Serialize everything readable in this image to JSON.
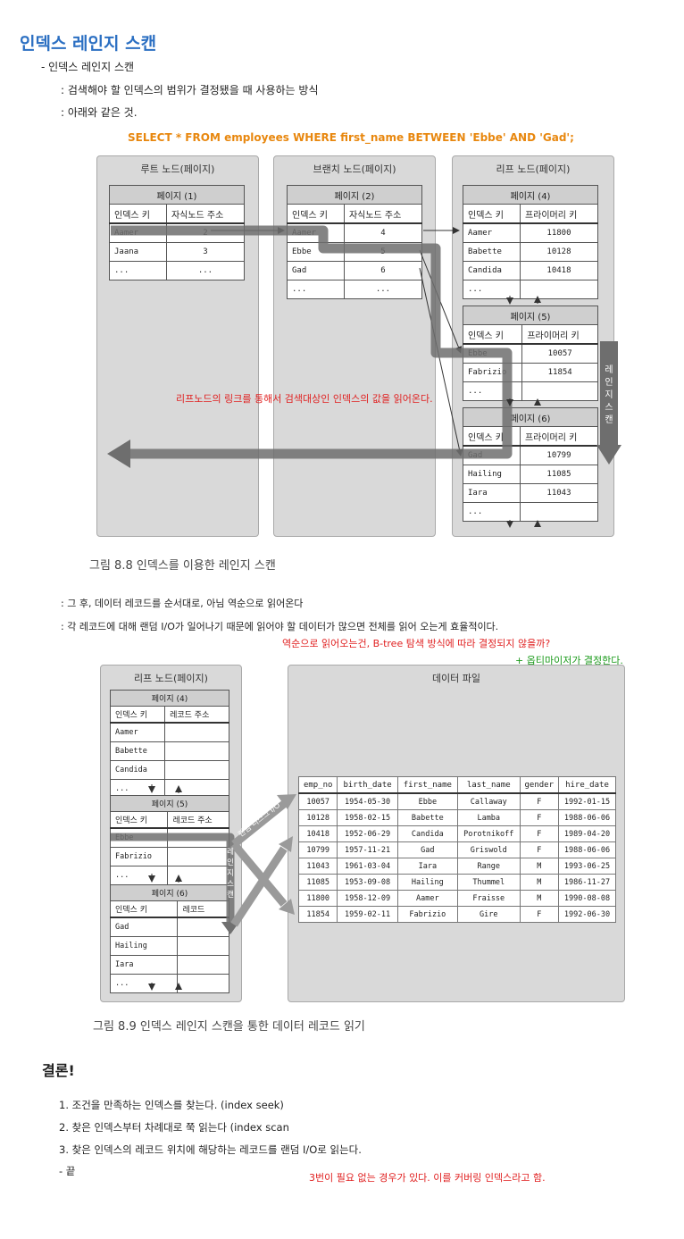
{
  "title": "인덱스 레인지 스캔",
  "sub": "-  인덱스 레인지 스캔",
  "s1": ": 검색해야 할 인덱스의 범위가 결정됐을 때 사용하는 방식",
  "s2": ": 아래와 같은 것.",
  "sql": "SELECT * FROM employees WHERE first_name BETWEEN 'Ebbe' AND 'Gad';",
  "fig1": {
    "root_label": "루트 노드(페이지)",
    "branch_label": "브랜치 노드(페이지)",
    "leaf_label": "리프 노드(페이지)",
    "root_page": {
      "caption": "페이지 (1)",
      "h1": "인덱스 키",
      "h2": "자식노드 주소",
      "rows": [
        [
          "Aamer",
          "2"
        ],
        [
          "Jaana",
          "3"
        ],
        [
          "...",
          "..."
        ]
      ]
    },
    "branch_page": {
      "caption": "페이지 (2)",
      "h1": "인덱스 키",
      "h2": "자식노드 주소",
      "rows": [
        [
          "Aamer",
          "4"
        ],
        [
          "Ebbe",
          "5"
        ],
        [
          "Gad",
          "6"
        ],
        [
          "...",
          "..."
        ]
      ]
    },
    "leaf4": {
      "caption": "페이지 (4)",
      "h1": "인덱스 키",
      "h2": "프라이머리 키",
      "rows": [
        [
          "Aamer",
          "11800"
        ],
        [
          "Babette",
          "10128"
        ],
        [
          "Candida",
          "10418"
        ],
        [
          "...",
          ""
        ]
      ]
    },
    "leaf5": {
      "caption": "페이지 (5)",
      "h1": "인덱스 키",
      "h2": "프라이머리 키",
      "rows": [
        [
          "Ebbe",
          "10057"
        ],
        [
          "Fabrizio",
          "11854"
        ],
        [
          "...",
          ""
        ]
      ]
    },
    "leaf6": {
      "caption": "페이지 (6)",
      "h1": "인덱스 키",
      "h2": "프라이머리 키",
      "rows": [
        [
          "Gad",
          "10799"
        ],
        [
          "Hailing",
          "11085"
        ],
        [
          "Iara",
          "11043"
        ],
        [
          "...",
          ""
        ]
      ]
    },
    "range_scan_label": "레인지 스캔",
    "note": "리프노드의 링크를 통해서 검색대상인 인덱스의 값을 읽어온다.",
    "caption": "그림 8.8 인덱스를 이용한 레인지 스캔"
  },
  "p1": ": 그 후, 데이터 레코드를 순서대로, 아님 역순으로 읽어온다",
  "p2": ": 각 레코드에 대해 랜덤 I/O가 일어나기 때문에 읽어야 할 데이터가 많으면 전체를 읽어 오는게 효율적이다.",
  "red_q": "역순으로 읽어오는건, B-tree 탐색 방식에 따라 결정되지 않을까?",
  "green_a": "+ 옵티마이저가 결정한다.",
  "fig2": {
    "leaf_label": "리프 노드(페이지)",
    "data_label": "데이터 파일",
    "leaf4": {
      "caption": "페이지 (4)",
      "h1": "인덱스 키",
      "h2": "레코드 주소",
      "rows": [
        [
          "Aamer",
          ""
        ],
        [
          "Babette",
          ""
        ],
        [
          "Candida",
          ""
        ],
        [
          "...",
          ""
        ]
      ]
    },
    "leaf5": {
      "caption": "페이지 (5)",
      "h1": "인덱스 키",
      "h2": "레코드 주소",
      "rows": [
        [
          "Ebbe",
          ""
        ],
        [
          "Fabrizio",
          ""
        ],
        [
          "...",
          ""
        ]
      ]
    },
    "leaf6": {
      "caption": "페이지 (6)",
      "h1": "인덱스 키",
      "h2": "레코드",
      "rows": [
        [
          "Gad",
          ""
        ],
        [
          "Hailing",
          ""
        ],
        [
          "Iara",
          ""
        ],
        [
          "...",
          ""
        ]
      ]
    },
    "range_scan_label": "레인지 스캔",
    "random_io_label": "랜덤 디스크 I/O",
    "columns": [
      "emp_no",
      "birth_date",
      "first_name",
      "last_name",
      "gender",
      "hire_date"
    ],
    "rows": [
      [
        "10057",
        "1954-05-30",
        "Ebbe",
        "Callaway",
        "F",
        "1992-01-15"
      ],
      [
        "10128",
        "1958-02-15",
        "Babette",
        "Lamba",
        "F",
        "1988-06-06"
      ],
      [
        "10418",
        "1952-06-29",
        "Candida",
        "Porotnikoff",
        "F",
        "1989-04-20"
      ],
      [
        "10799",
        "1957-11-21",
        "Gad",
        "Griswold",
        "F",
        "1988-06-06"
      ],
      [
        "11043",
        "1961-03-04",
        "Iara",
        "Range",
        "M",
        "1993-06-25"
      ],
      [
        "11085",
        "1953-09-08",
        "Hailing",
        "Thummel",
        "M",
        "1986-11-27"
      ],
      [
        "11800",
        "1958-12-09",
        "Aamer",
        "Fraisse",
        "M",
        "1990-08-08"
      ],
      [
        "11854",
        "1959-02-11",
        "Fabrizio",
        "Gire",
        "F",
        "1992-06-30"
      ]
    ],
    "caption": "그림 8.9 인덱스 레인지 스캔을 통한 데이터 레코드 읽기"
  },
  "conclusion": "결론!",
  "c1": "1. 조건을 만족하는 인덱스를 찾는다. (index seek)",
  "c2": "2. 찾은 인덱스부터 차례대로 쭉 읽는다 (index scan",
  "c3": "3. 찾은 인덱스의 레코드 위치에 해당하는 레코드를 랜덤 I/O로 읽는다.",
  "c4": "- 끝",
  "c_note": "3번이 필요 없는 경우가 있다. 이를 커버링 인덱스라고 함."
}
